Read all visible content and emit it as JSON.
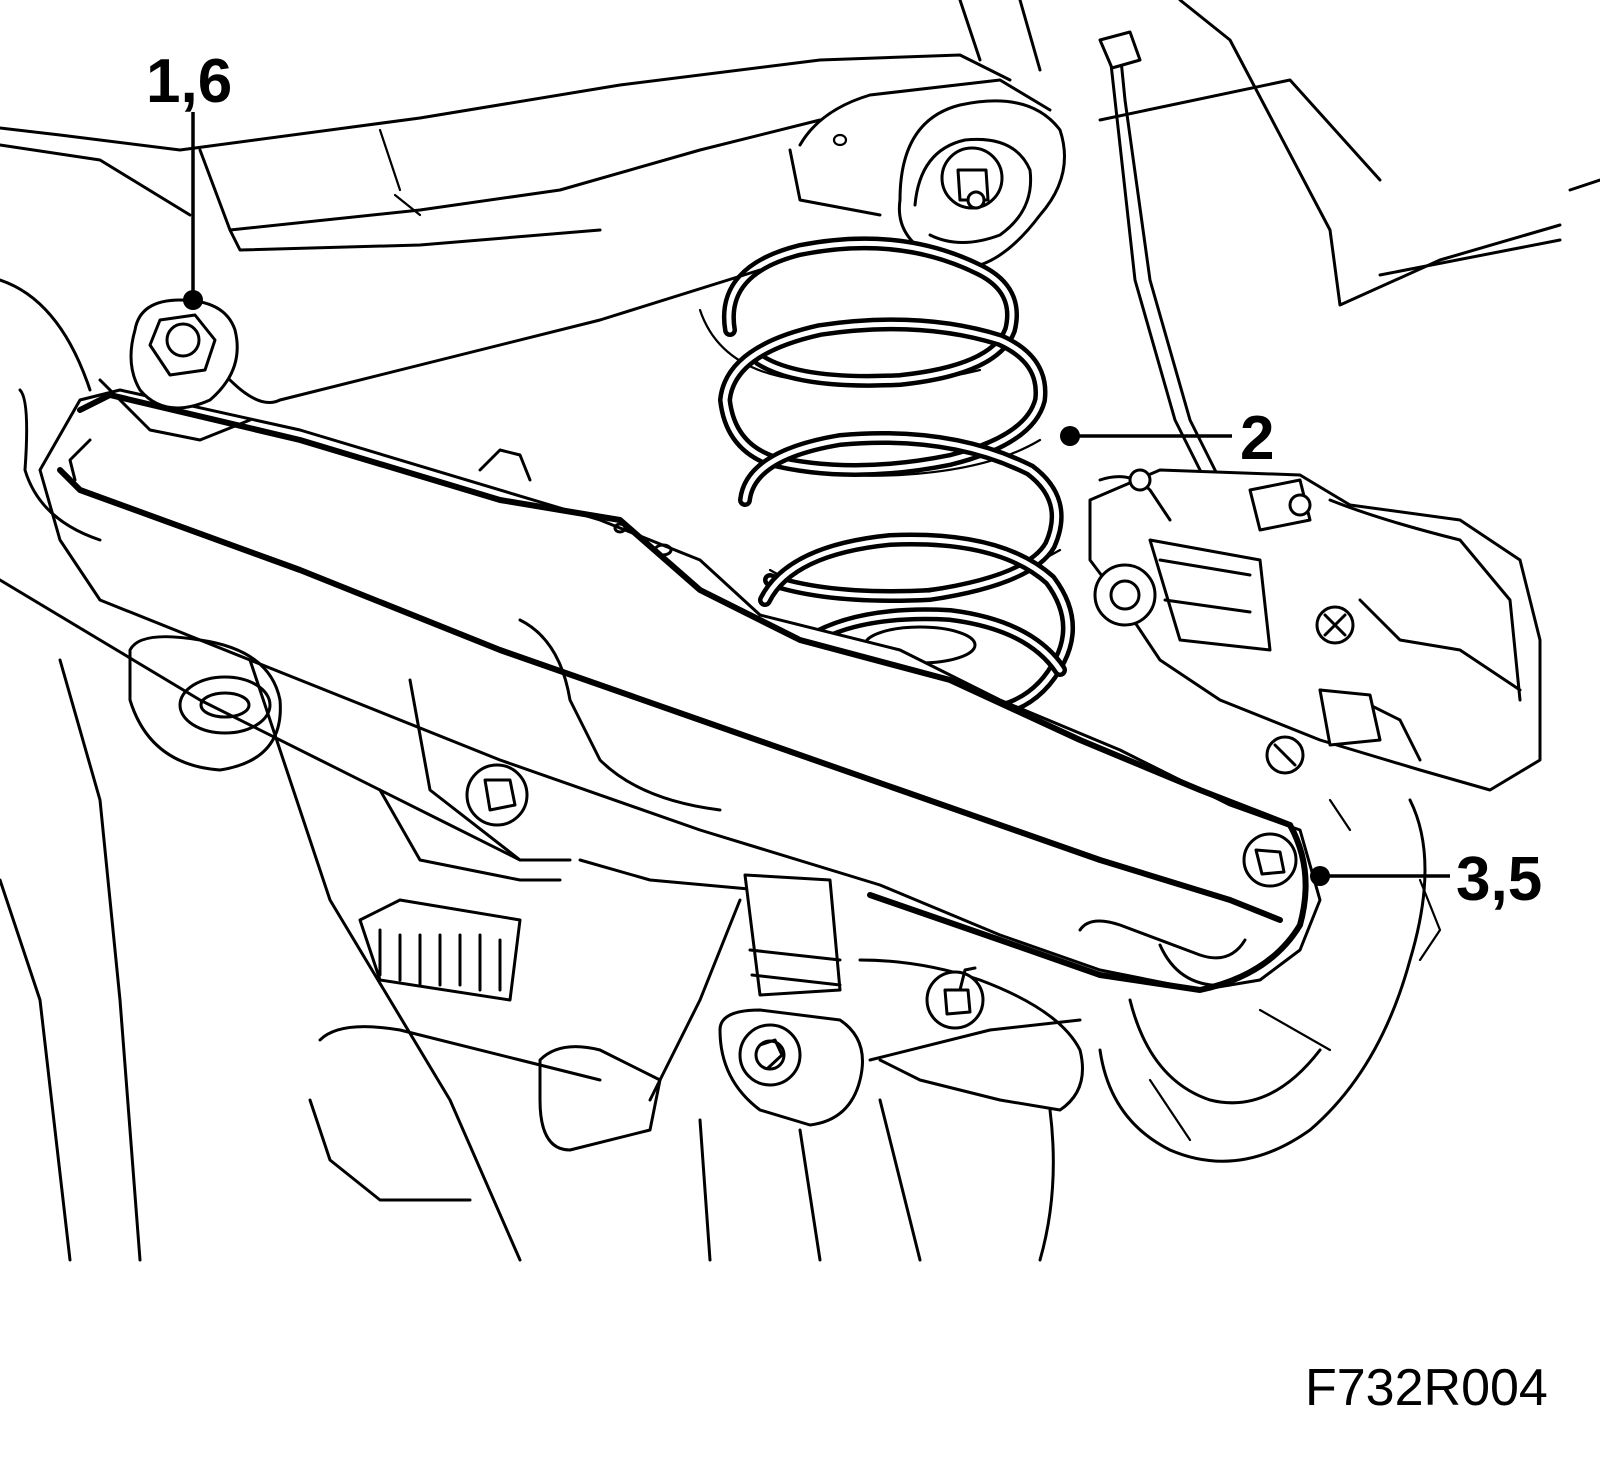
{
  "callouts": [
    {
      "id": "callout-1-6",
      "label": "1,6"
    },
    {
      "id": "callout-2",
      "label": "2"
    },
    {
      "id": "callout-3-5",
      "label": "3,5"
    }
  ],
  "figure_code": "F732R004",
  "colors": {
    "ink": "#000000",
    "paper": "#ffffff"
  }
}
